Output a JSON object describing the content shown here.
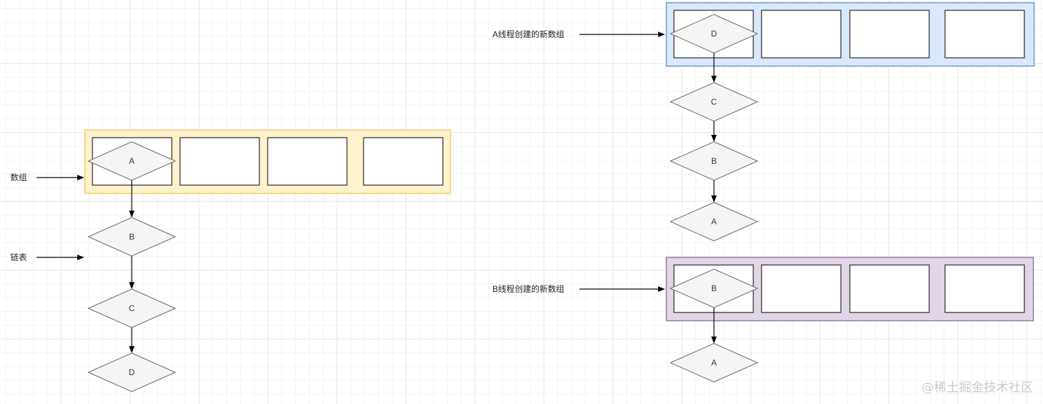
{
  "labels": {
    "array": "数组",
    "linked_list": "链表",
    "thread_a_array": "A线程创建的新数组",
    "thread_b_array": "B线程创建的新数组"
  },
  "left_list": [
    "A",
    "B",
    "C",
    "D"
  ],
  "thread_a_list": [
    "D",
    "C",
    "B",
    "A"
  ],
  "thread_b_list": [
    "B",
    "A"
  ],
  "watermark": "@稀土掘金技术社区",
  "colors": {
    "yellow_fill": "#fff2cc",
    "yellow_stroke": "#f5d58a",
    "blue_fill": "#dae8fc",
    "blue_stroke": "#8eacd8",
    "purple_fill": "#e1d5e7",
    "purple_stroke": "#a893b8"
  }
}
